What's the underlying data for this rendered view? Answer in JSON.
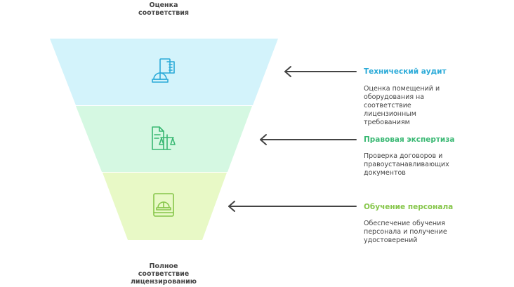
{
  "top_label": "Оценка\nсоответствия",
  "bottom_label": "Полное\nсоответствие\nлицензированию",
  "colors": {
    "layer1_fill": "#d3f3fb",
    "layer2_fill": "#d5f8e2",
    "layer3_fill": "#e8f9c6",
    "layer1_accent": "#2aaad8",
    "layer2_accent": "#39b873",
    "layer3_accent": "#86c64a",
    "arrow": "#444444"
  },
  "steps": [
    {
      "title": "Технический аудит",
      "description": "Оценка помещений и\nоборудования на\nсоответствие\nлицензионным\nтребованиям",
      "icon": "hard-hat-building-icon"
    },
    {
      "title": "Правовая экспертиза",
      "description": "Проверка договоров и\nправоустанавливающих\nдокументов",
      "icon": "document-scales-icon"
    },
    {
      "title": "Обучение персонала",
      "description": "Обеспечение обучения\nперсонала и получение\nудостоверений",
      "icon": "safety-manual-icon"
    }
  ]
}
